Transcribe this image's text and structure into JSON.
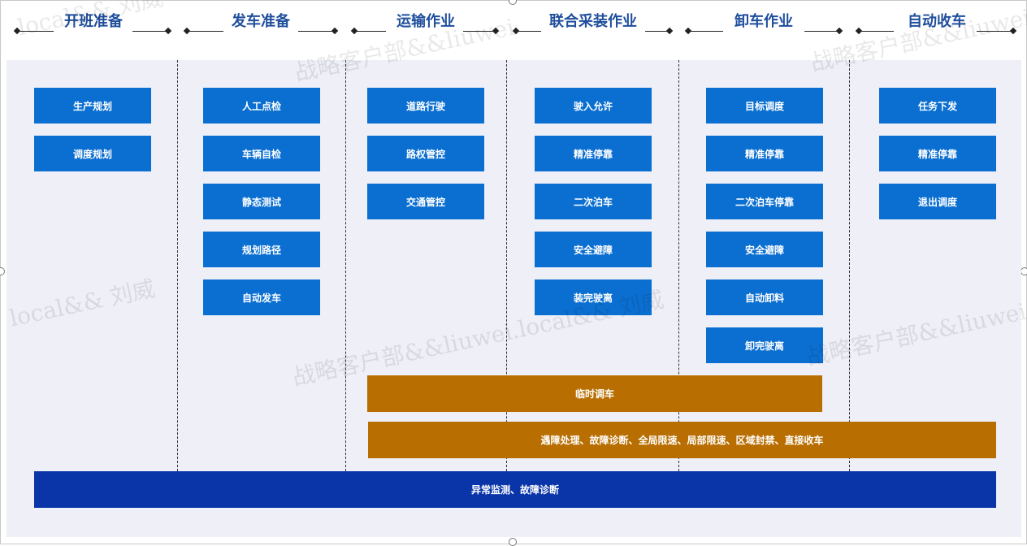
{
  "headers": [
    "开班准备",
    "发车准备",
    "运输作业",
    "联合采装作业",
    "卸车作业",
    "自动收车"
  ],
  "columns": [
    [
      "生产规划",
      "调度规划"
    ],
    [
      "人工点检",
      "车辆自检",
      "静态测试",
      "规划路径",
      "自动发车"
    ],
    [
      "道路行驶",
      "路权管控",
      "交通管控"
    ],
    [
      "驶入允许",
      "精准停靠",
      "二次泊车",
      "安全避障",
      "装完驶离"
    ],
    [
      "目标调度",
      "精准停靠",
      "二次泊车停靠",
      "安全避障",
      "自动卸料",
      "卸完驶离"
    ],
    [
      "任务下发",
      "精准停靠",
      "退出调度"
    ]
  ],
  "bars": {
    "temp_dispatch": "临时调车",
    "fault_handling": "遇障处理、故障诊断、全局限速、局部限速、区域封禁、直接收车",
    "monitoring": "异常监测、故障诊断"
  },
  "watermarks": [
    "local&& 刘威",
    "战略客户部&&liuwei",
    "战略客户部&&liuwei.local&& 刘威",
    "战略客户部&&liuwei",
    "local&& 刘威",
    "战略客户部&&liuwei"
  ],
  "colors": {
    "box": "#0b6fd1",
    "bar_orange": "#b86e00",
    "bar_navy": "#0a35a8",
    "header": "#1f4e9c",
    "panel": "#eeeff7"
  }
}
